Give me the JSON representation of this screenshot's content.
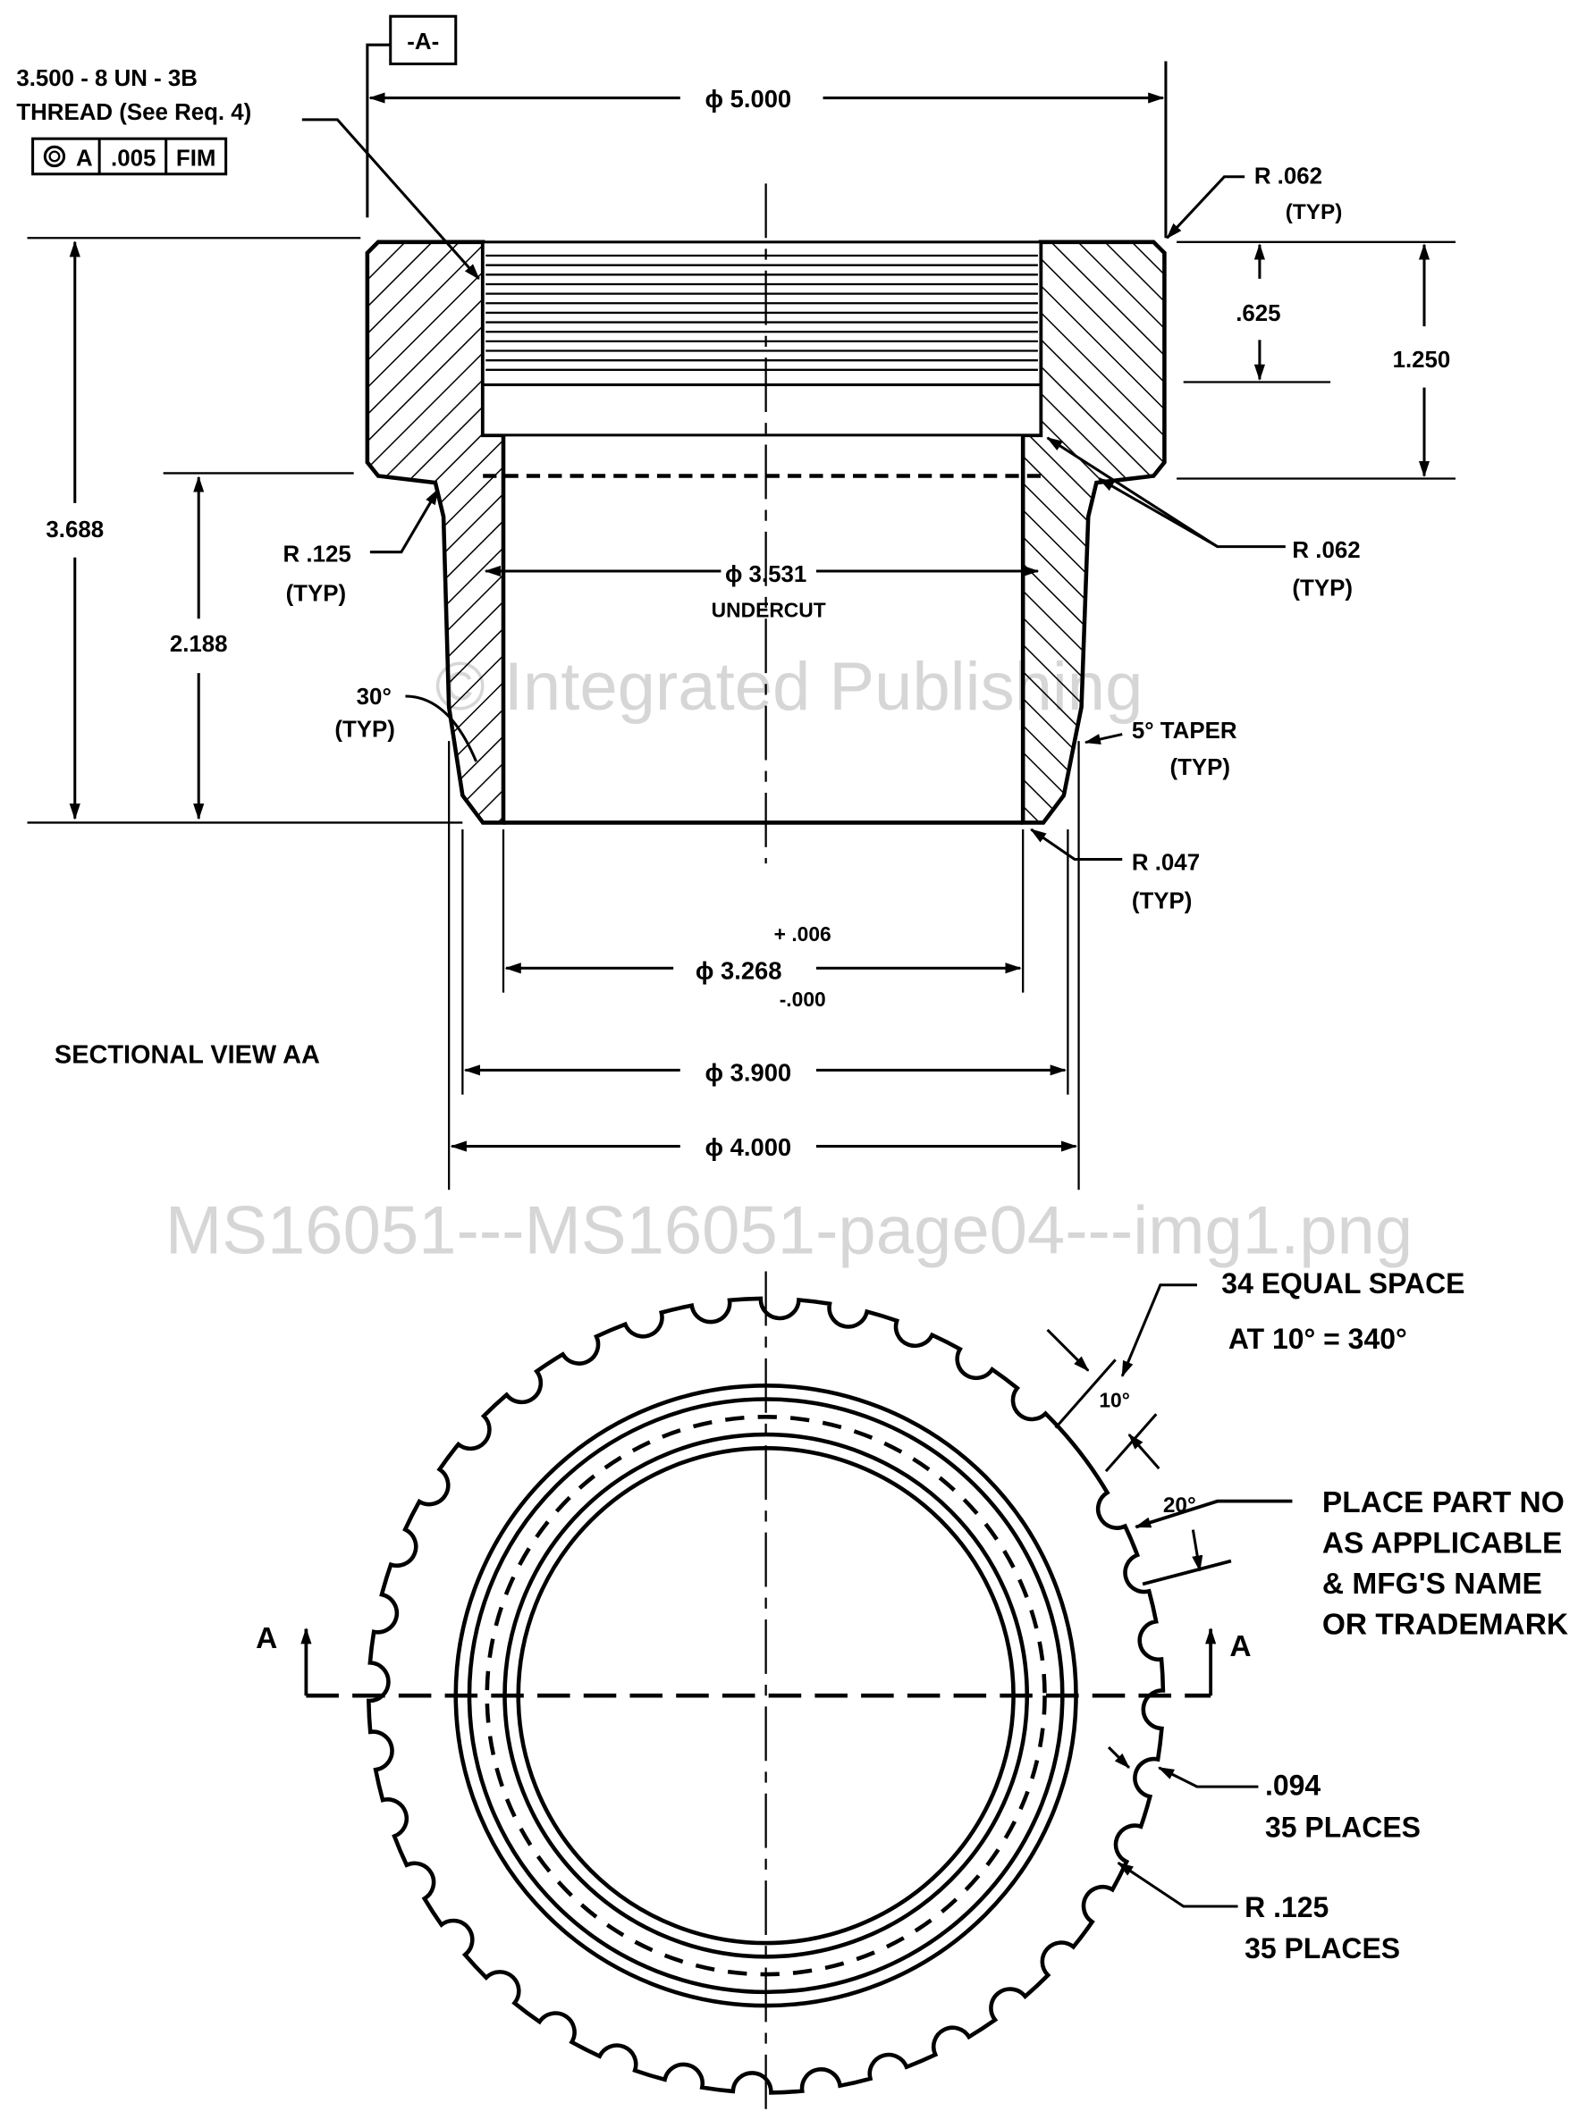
{
  "datum": "-A-",
  "thread": {
    "line1": "3.500 - 8 UN - 3B",
    "line2": "THREAD (See Req. 4)"
  },
  "control_frame": {
    "symbol": "concentricity",
    "datum": "A",
    "tolerance": ".005",
    "modifier": "FIM"
  },
  "dims": {
    "d5000": "ϕ 5.000",
    "r062_top": "R .062",
    "typ1": "(TYP)",
    "d625": ".625",
    "d1250": "1.250",
    "d3688": "3.688",
    "d2188": "2.188",
    "r125": "R .125",
    "typ2": "(TYP)",
    "d3531": "ϕ 3.531",
    "undercut": "UNDERCUT",
    "r062_side": "R .062",
    "typ3": "(TYP)",
    "a30": "30°",
    "typ4": "(TYP)",
    "taper": "5° TAPER",
    "typ5": "(TYP)",
    "r047": "R .047",
    "typ6": "(TYP)",
    "d3268": "ϕ 3.268",
    "tol_plus": "+ .006",
    "tol_minus": "-.000",
    "d3900": "ϕ 3.900",
    "d4000": "ϕ 4.000"
  },
  "view_title": "SECTIONAL VIEW  AA",
  "watermark": {
    "line1": "© Integrated Publishing",
    "line2": "MS16051---MS16051-page04---img1.png"
  },
  "plan": {
    "spacing1": "34 EQUAL SPACE",
    "spacing2": "AT 10° = 340°",
    "a10": "10°",
    "a20": "20°",
    "note": [
      "PLACE PART NO",
      "AS APPLICABLE",
      "& MFG'S NAME",
      "OR TRADEMARK"
    ],
    "section_left": "A",
    "section_right": "A",
    "d094": ".094",
    "places1": "35 PLACES",
    "r125": "R .125",
    "places2": "35 PLACES"
  }
}
